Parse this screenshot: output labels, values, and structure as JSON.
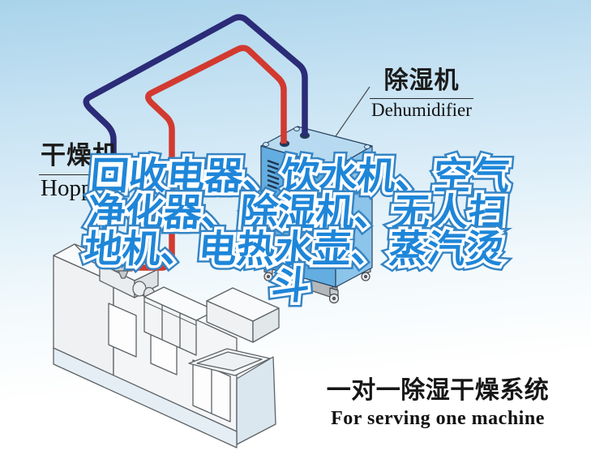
{
  "colors": {
    "sky_top": "#a9d3ea",
    "sky_bottom": "#ffffff",
    "overlay_fill": "#1e86d9",
    "overlay_outline": "#ffffff",
    "overlay_edge": "#3585c5",
    "pipe_dry_air_red": "#d23a30",
    "pipe_return_air_navy": "#2b2b78",
    "dehumidifier_front": "#63ade0",
    "dehumidifier_top": "#b7daf0",
    "dehumidifier_side": "#8cc4ea",
    "machine_lineart": "#5d6266",
    "label_text": "#1b1b1b"
  },
  "labels": {
    "hopper": {
      "title": "干燥机",
      "subtitle": "Hopper"
    },
    "dehumidifier": {
      "title": "除湿机",
      "subtitle": "Dehumidifier"
    }
  },
  "overlay": {
    "lines": [
      "回收电器、饮水机、空气",
      "净化器、除湿机、无人扫",
      "地机、电热水壶、蒸汽烫",
      "斗"
    ]
  },
  "caption": {
    "title": "一对一除湿干燥系统",
    "subtitle": "For serving one machine"
  },
  "diagram": {
    "machines": [
      {
        "name": "dehumidifier-unit"
      },
      {
        "name": "injection-molding-machine"
      }
    ],
    "pipes": [
      {
        "name": "dry-air-pipe"
      },
      {
        "name": "return-air-pipe"
      }
    ]
  }
}
